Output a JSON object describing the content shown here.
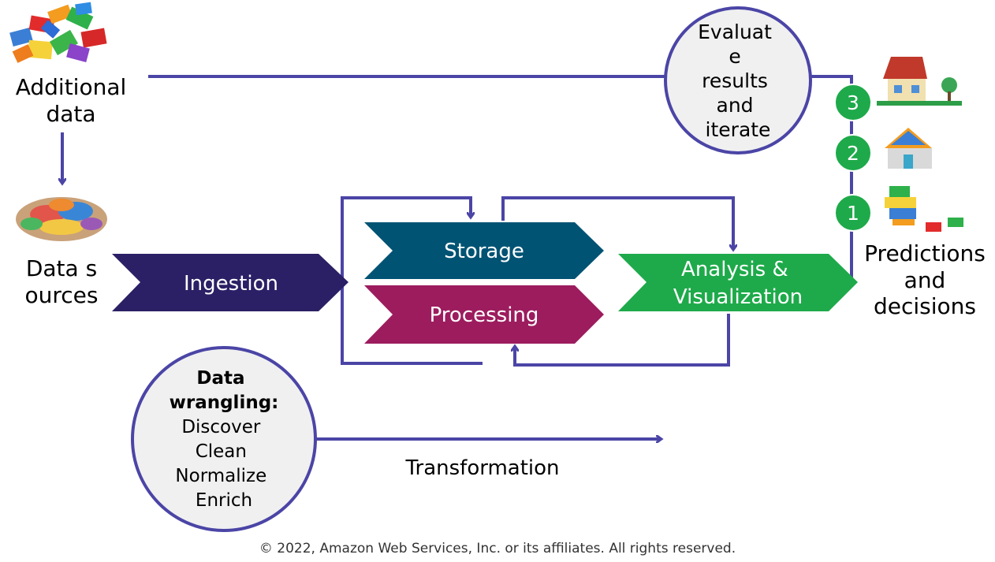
{
  "nodes": {
    "additional_data": "Additional data",
    "data_sources": "Data sources",
    "predictions": "Predictions and decisions",
    "evaluate": [
      "Evaluat",
      "e",
      "results",
      "and",
      "iterate"
    ],
    "wrangling_title": [
      "Data",
      "wrangling:"
    ],
    "wrangling_steps": [
      "Discover",
      "Clean",
      "Normalize",
      "Enrich"
    ]
  },
  "stages": {
    "ingestion": "Ingestion",
    "storage": "Storage",
    "processing": "Processing",
    "analysis": [
      "Analysis &",
      "Visualization"
    ]
  },
  "steps": [
    "1",
    "2",
    "3"
  ],
  "transformation": "Transformation",
  "footer": "© 2022, Amazon Web Services, Inc. or its affiliates. All rights reserved.",
  "colors": {
    "line": "#4b45a6",
    "ingestion": "#2b2065",
    "storage": "#015374",
    "processing": "#9c1c5e",
    "analysis": "#1eaa4a",
    "step": "#1eaa4a",
    "circle_fill": "#f0f0f0"
  }
}
